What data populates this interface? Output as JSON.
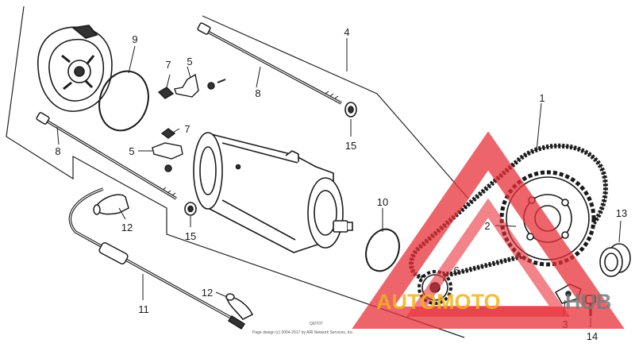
{
  "diagram": {
    "part_labels": [
      "1",
      "2",
      "3",
      "4",
      "5",
      "5",
      "6",
      "7",
      "7",
      "8",
      "8",
      "9",
      "10",
      "11",
      "12",
      "12",
      "13",
      "14",
      "15",
      "15"
    ],
    "fine_print": "Page design (c) 2004-2017 by ARI Network Services, Inc.",
    "drawing_id": "Q6/T07"
  },
  "watermark": {
    "brand_left": "AUTOMOTO",
    "brand_right": "HUB",
    "colors": {
      "triangle": "#e8303a",
      "auto": "#f2b21a",
      "hub": "#7a7a7a"
    }
  }
}
